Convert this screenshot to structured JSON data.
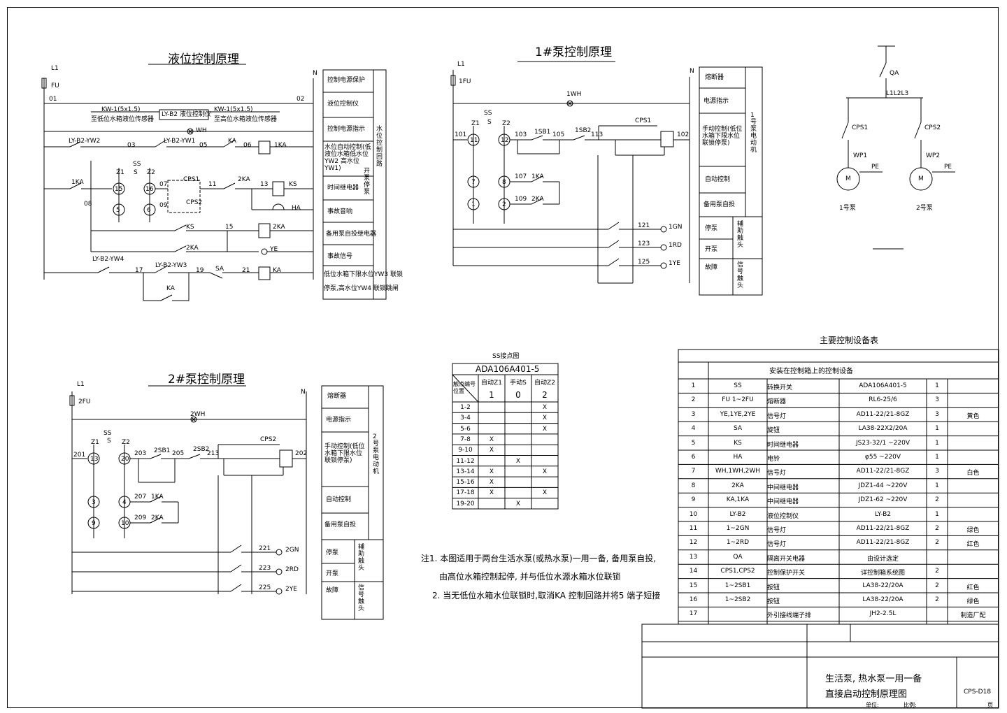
{
  "titles": {
    "level": "液位控制原理",
    "pump1": "1#泵控制原理",
    "pump2": "2#泵控制原理",
    "equip_table": "主要控制设备表",
    "ss_contact": "SS接点图"
  },
  "level_circuit": {
    "labels": [
      "L1",
      "FU",
      "N",
      "01",
      "02",
      "KW-1(5x1.5)",
      "至低位水箱液位传感器",
      "LY-B2 液位控制仪",
      "KW-1(5x1.5)",
      "至高位水箱液位传感器",
      "WH",
      "LY-B2-YW2",
      "03",
      "LY-B2-YW1",
      "05",
      "KA",
      "06",
      "1KA",
      "SS",
      "Z1",
      "S",
      "Z2",
      "1KA",
      "15",
      "16",
      "07",
      "CPS1",
      "11",
      "2KA",
      "13",
      "KS",
      "08",
      "5",
      "6",
      "09",
      "CPS2",
      "HA",
      "KS",
      "15",
      "2KA",
      "2KA",
      "YE",
      "LY-B2-YW4",
      "17",
      "LY-B2-YW3",
      "19",
      "SA",
      "21",
      "KA",
      "KA"
    ],
    "legend": [
      "控制电源保护",
      "液位控制仪",
      "控制电源指示",
      "水位自动控制(低液位水箱低水位YW2 高水位YW1)",
      "时间继电器",
      "事故音响",
      "备用泵自投继电器",
      "事故信号",
      "低位水箱下限水位YW3 联锁",
      "停泵,高水位YW4 联锁跳闸"
    ],
    "legend_side": "水位控制回路",
    "legend_extra": "开泵 停泵"
  },
  "pump1_circuit": {
    "labels": [
      "L1",
      "1FU",
      "N",
      "1WH",
      "SS",
      "Z1",
      "S",
      "Z2",
      "101",
      "11",
      "12",
      "103",
      "1SB1",
      "105",
      "1SB2",
      "113",
      "CPS1",
      "102",
      "7",
      "8",
      "107",
      "1KA",
      "1",
      "2",
      "109",
      "2KA",
      "121",
      "1GN",
      "123",
      "1RD",
      "125",
      "1YE"
    ],
    "legend": [
      "熔断器",
      "电源指示",
      "手动控制(低位水箱下限水位联锁停泵)",
      "自动控制",
      "备用泵自投",
      "停泵",
      "开泵",
      "故障"
    ],
    "legend_side": "1号泵电动机",
    "legend_aux": "辅助触头",
    "legend_sig": "信号触头"
  },
  "pump2_circuit": {
    "labels": [
      "L1",
      "2FU",
      "N",
      "2WH",
      "SS",
      "Z1",
      "S",
      "Z2",
      "201",
      "13",
      "20",
      "203",
      "2SB1",
      "205",
      "2SB2",
      "213",
      "CPS2",
      "202",
      "3",
      "4",
      "207",
      "1KA",
      "9",
      "10",
      "209",
      "2KA",
      "221",
      "2GN",
      "223",
      "2RD",
      "225",
      "2YE"
    ],
    "legend": [
      "熔断器",
      "电源指示",
      "手动控制(低位水箱下限水位联锁停泵)",
      "自动控制",
      "备用泵自投",
      "停泵",
      "开泵",
      "故障"
    ],
    "legend_side": "2号泵电动机",
    "legend_aux": "辅助触头",
    "legend_sig": "信号触头"
  },
  "power": {
    "labels": [
      "QA",
      "L1L2L3",
      "CPS1",
      "CPS2",
      "WP1",
      "WP2",
      "M",
      "M",
      "PE",
      "PE",
      "1号泵",
      "2号泵"
    ]
  },
  "ss_table": {
    "model": "ADA106A401-5",
    "corner": "触点编号 位置",
    "headers": [
      "自动Z1",
      "手动S",
      "自动Z2"
    ],
    "positions": [
      "1",
      "0",
      "2"
    ],
    "rows": [
      [
        "1-2",
        "",
        "",
        "X"
      ],
      [
        "3-4",
        "",
        "",
        "X"
      ],
      [
        "5-6",
        "",
        "",
        "X"
      ],
      [
        "7-8",
        "X",
        "",
        ""
      ],
      [
        "9-10",
        "X",
        "",
        ""
      ],
      [
        "11-12",
        "",
        "X",
        ""
      ],
      [
        "13-14",
        "X",
        "",
        "X"
      ],
      [
        "15-16",
        "X",
        "",
        ""
      ],
      [
        "17-18",
        "X",
        "",
        "X"
      ],
      [
        "19-20",
        "",
        "X",
        ""
      ]
    ]
  },
  "notes": [
    "注1.  本图适用于两台生活水泵(或热水泵)一用一备,  备用泵自投,",
    "由高位水箱控制起停,  并与低位水源水箱水位联锁",
    "2. 当无低位水箱水位联锁时,取消KA     控制回路并将5     端子短接"
  ],
  "equip_table": {
    "section": "安装在控制箱上的控制设备",
    "rows": [
      [
        "1",
        "SS",
        "转换开关",
        "ADA106A401-5",
        "1",
        ""
      ],
      [
        "2",
        "FU  1~2FU",
        "熔断器",
        "RL6-25/6",
        "3",
        ""
      ],
      [
        "3",
        "YE,1YE,2YE",
        "信号灯",
        "AD11-22/21-8GZ",
        "3",
        "黄色"
      ],
      [
        "4",
        "SA",
        "旋钮",
        "LA38-22X2/20A",
        "1",
        ""
      ],
      [
        "5",
        "KS",
        "时间继电器",
        "JS23-32/1    ~220V",
        "1",
        ""
      ],
      [
        "6",
        "HA",
        "电铃",
        "φ55     ~220V",
        "1",
        ""
      ],
      [
        "7",
        "WH,1WH,2WH",
        "信号灯",
        "AD11-22/21-8GZ",
        "3",
        "白色"
      ],
      [
        "8",
        "2KA",
        "中间继电器",
        "JDZ1-44      ~220V",
        "1",
        ""
      ],
      [
        "9",
        "KA,1KA",
        "中间继电器",
        "JDZ1-62      ~220V",
        "2",
        ""
      ],
      [
        "10",
        "LY-B2",
        "液位控制仪",
        "LY-B2",
        "1",
        ""
      ],
      [
        "11",
        "1~2GN",
        "信号灯",
        "AD11-22/21-8GZ",
        "2",
        "绿色"
      ],
      [
        "12",
        "1~2RD",
        "信号灯",
        "AD11-22/21-8GZ",
        "2",
        "红色"
      ],
      [
        "13",
        "QA",
        "隔离开关电器",
        "由设计选定",
        "",
        ""
      ],
      [
        "14",
        "CPS1,CPS2",
        "控制保护开关",
        "详控制箱系统图",
        "2",
        ""
      ],
      [
        "15",
        "1~2SB1",
        "按钮",
        "LA38-22/20A",
        "2",
        "红色"
      ],
      [
        "16",
        "1~2SB2",
        "按钮",
        "LA38-22/20A",
        "2",
        "绿色"
      ],
      [
        "17",
        "",
        "外引接线端子排",
        "JH2-2.5L",
        "",
        "制造厂配"
      ]
    ]
  },
  "title_block": {
    "name1": "生活泵, 热水泵一用一备",
    "name2": "直接启动控制原理图",
    "code": "CPS-D18",
    "unit": "单位:",
    "scale": "比例:",
    "page": "页"
  }
}
